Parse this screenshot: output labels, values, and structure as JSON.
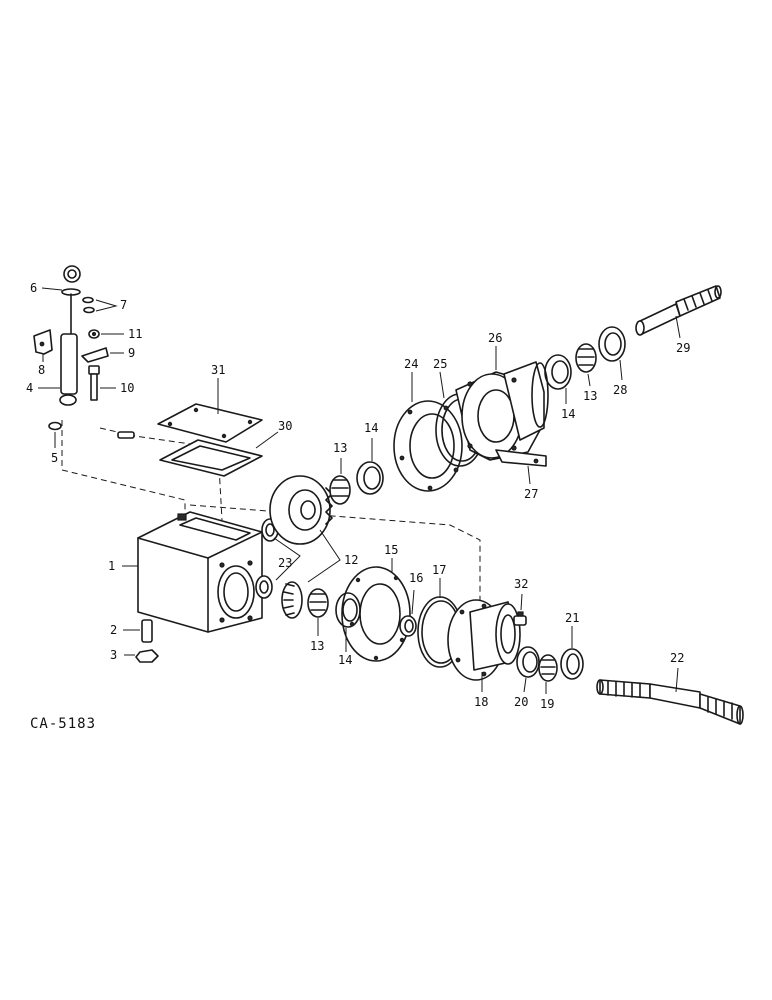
{
  "diagram_code": "CA-5183",
  "callouts": {
    "c1": "1",
    "c2": "2",
    "c3": "3",
    "c4": "4",
    "c5": "5",
    "c6": "6",
    "c7": "7",
    "c8": "8",
    "c9": "9",
    "c10": "10",
    "c11": "11",
    "c12": "12",
    "c13a": "13",
    "c13b": "13",
    "c13c": "13",
    "c14a": "14",
    "c14b": "14",
    "c14c": "14",
    "c15": "15",
    "c16": "16",
    "c17": "17",
    "c18": "18",
    "c19": "19",
    "c20": "20",
    "c21": "21",
    "c22": "22",
    "c23": "23",
    "c24": "24",
    "c25": "25",
    "c26": "26",
    "c27": "27",
    "c28": "28",
    "c29": "29",
    "c30": "30",
    "c31": "31",
    "c32": "32"
  }
}
